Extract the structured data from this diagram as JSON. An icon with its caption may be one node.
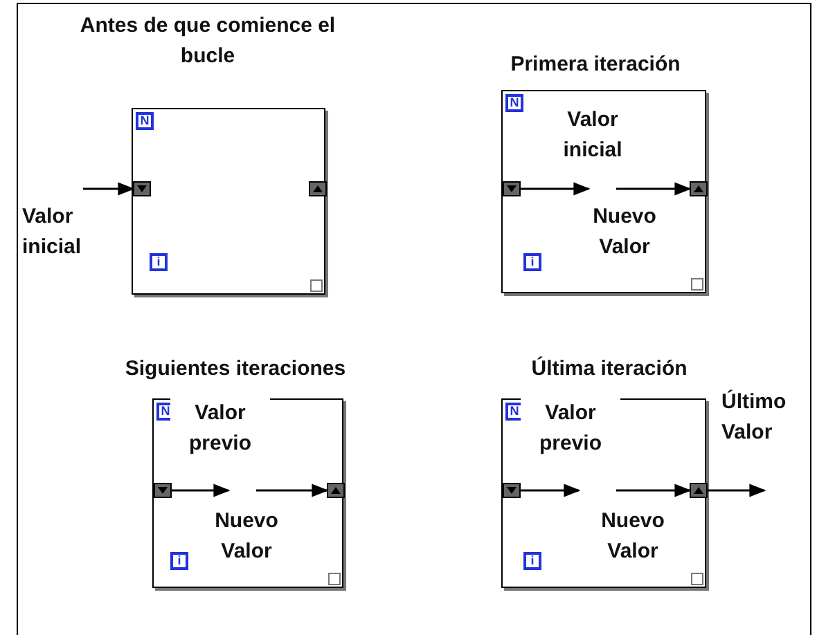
{
  "diagram": {
    "nodes": [
      {
        "text": [
          "Antes de que comience el bucle"
        ]
      },
      {
        "text": [
          "N"
        ],
        "in": 0
      },
      {
        "text": [],
        "shape": "box",
        "in": 0
      },
      {
        "text": [],
        "shape": "box",
        "in": 0
      },
      {
        "text": [
          "i"
        ],
        "in": 0
      },
      {
        "text": [
          "Primera iteración"
        ]
      },
      {
        "text": [
          "N"
        ],
        "in": 5
      },
      {
        "text": [],
        "shape": "box",
        "in": 5
      },
      {
        "text": [],
        "shape": "box",
        "in": 5
      },
      {
        "text": [
          "i"
        ],
        "in": 5
      },
      {
        "text": [
          "Siguientes iteraciones"
        ]
      },
      {
        "text": [
          "N"
        ],
        "in": 10
      },
      {
        "text": [],
        "shape": "box",
        "in": 10
      },
      {
        "text": [],
        "shape": "box",
        "in": 10
      },
      {
        "text": [
          "i"
        ],
        "in": 10
      },
      {
        "text": [
          "Última iteración"
        ]
      },
      {
        "text": [
          "N"
        ],
        "in": 15
      },
      {
        "text": [],
        "shape": "box",
        "in": 15
      },
      {
        "text": [],
        "shape": "box",
        "in": 15
      },
      {
        "text": [
          "i"
        ],
        "in": 15
      }
    ],
    "edges": [
      {
        "from": null,
        "to": 2,
        "arrow": "to",
        "label": "Valor inicial"
      },
      {
        "from": 7,
        "to": null,
        "arrow": "to",
        "label": "Valor inicial"
      },
      {
        "from": null,
        "to": 8,
        "arrow": "to",
        "label": "Nuevo Valor"
      },
      {
        "from": 12,
        "to": null,
        "arrow": "to",
        "label": "Valor previo"
      },
      {
        "from": null,
        "to": 13,
        "arrow": "to",
        "label": "Nuevo Valor"
      },
      {
        "from": 17,
        "to": null,
        "arrow": "to",
        "label": "Valor previo"
      },
      {
        "from": null,
        "to": 18,
        "arrow": "to",
        "label": "Nuevo Valor"
      },
      {
        "from": 18,
        "to": null,
        "arrow": "to",
        "label": "Último Valor"
      }
    ]
  }
}
